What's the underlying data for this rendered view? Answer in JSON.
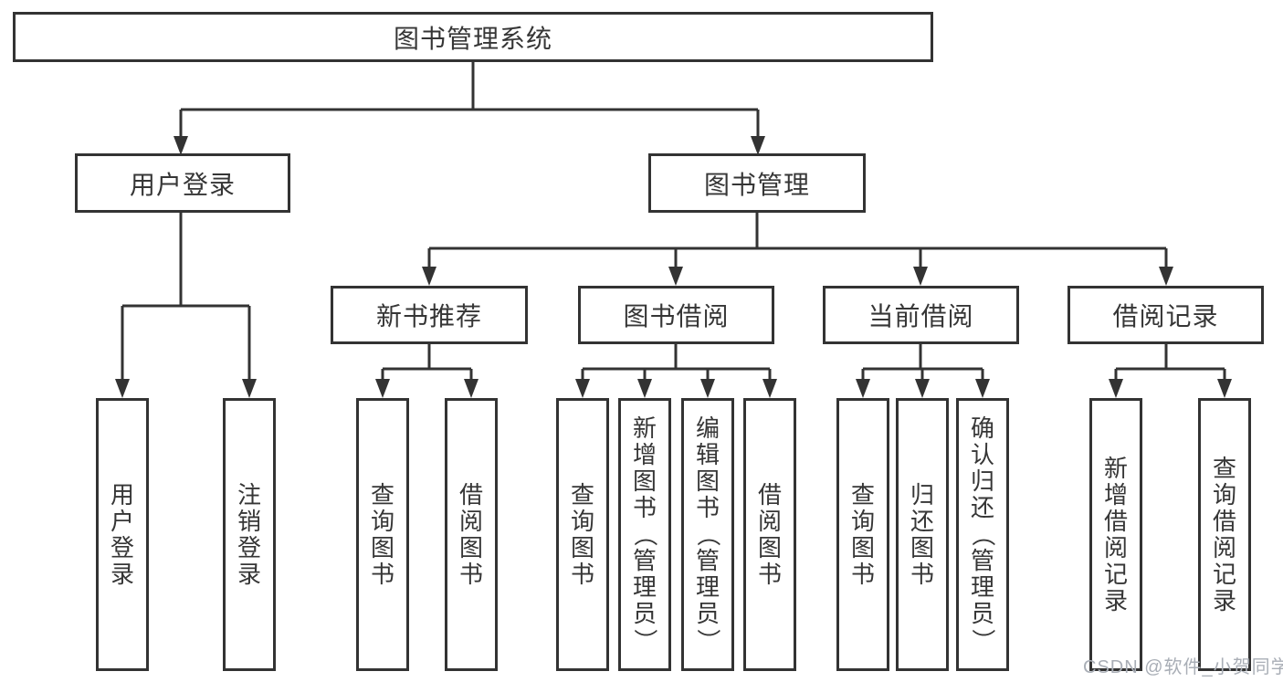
{
  "diagram": {
    "title": "图书管理系统",
    "nodes": {
      "root": {
        "label": "图书管理系统",
        "parent": null
      },
      "user_login": {
        "label": "用户登录",
        "parent": "root"
      },
      "book_management": {
        "label": "图书管理",
        "parent": "root"
      },
      "user_login_leaf": {
        "label": "用户登录",
        "parent": "user_login"
      },
      "logout_leaf": {
        "label": "注销登录",
        "parent": "user_login"
      },
      "new_book_recommend": {
        "label": "新书推荐",
        "parent": "book_management"
      },
      "book_borrowing": {
        "label": "图书借阅",
        "parent": "book_management"
      },
      "current_borrowing": {
        "label": "当前借阅",
        "parent": "book_management"
      },
      "borrowing_records": {
        "label": "借阅记录",
        "parent": "book_management"
      },
      "recommend_query_books": {
        "label": "查询图书",
        "parent": "new_book_recommend"
      },
      "recommend_borrow_books": {
        "label": "借阅图书",
        "parent": "new_book_recommend"
      },
      "borrowing_query_books": {
        "label": "查询图书",
        "parent": "book_borrowing"
      },
      "borrowing_add_books_admin": {
        "label": "新增图书（管理员）",
        "parent": "book_borrowing"
      },
      "borrowing_edit_books_admin": {
        "label": "编辑图书（管理员）",
        "parent": "book_borrowing"
      },
      "borrowing_borrow_books": {
        "label": "借阅图书",
        "parent": "book_borrowing"
      },
      "current_query_books": {
        "label": "查询图书",
        "parent": "current_borrowing"
      },
      "current_return_books": {
        "label": "归还图书",
        "parent": "current_borrowing"
      },
      "current_confirm_return_admin": {
        "label": "确认归还（管理员）",
        "parent": "current_borrowing"
      },
      "records_add_record": {
        "label": "新增借阅记录",
        "parent": "borrowing_records"
      },
      "records_query_record": {
        "label": "查询借阅记录",
        "parent": "borrowing_records"
      }
    }
  },
  "watermark": {
    "text": "CSDN @软件_小贺同学"
  },
  "colors": {
    "line": "#333333",
    "box_border": "#333333",
    "box_background": "#ffffff",
    "text": "#363636",
    "watermark": "#a9aeb6",
    "page_background": "#ffffff"
  }
}
